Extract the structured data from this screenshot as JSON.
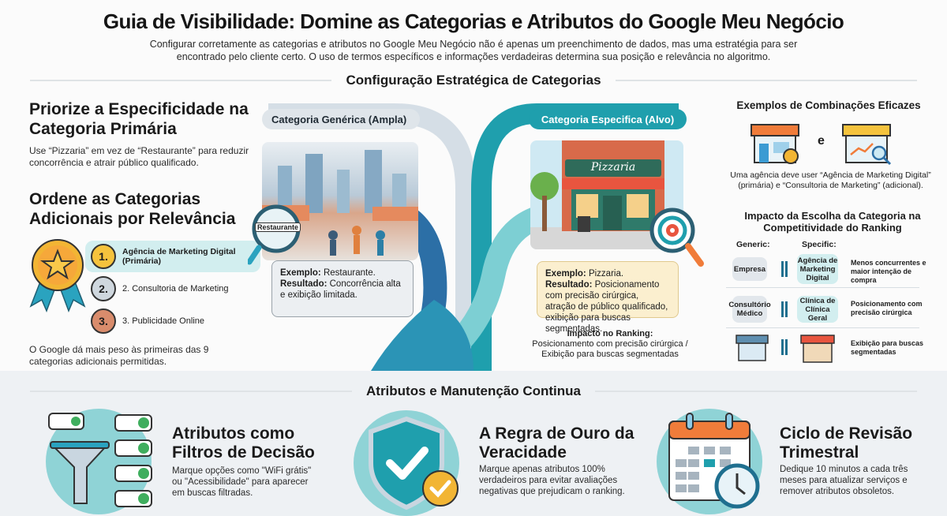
{
  "header": {
    "title": "Guia de Visibilidade: Domine as Categorias e Atributos do Google Meu Negócio",
    "subtitle": "Configurar corretamente as categorias e atributos no Google Meu Negócio não é apenas um preenchimento de dados, mas uma estratégia para ser encontrado pelo cliente certo. O uso de termos específicos e informações verdadeiras determina sua posição e relevância no algoritmo."
  },
  "section1": {
    "heading": "Configuração Estratégica de Categorias",
    "left": {
      "block1_title": "Priorize a Especificidade na Categoria Primária",
      "block1_text": "Use “Pizzaria” em vez de “Restaurante” para reduzir concorrência e atrair público qualificado.",
      "block2_title": "Ordene as Categorias Adicionais por Relevância",
      "ranks": [
        {
          "badge": "1.",
          "label": "Agência de Marketing Digital (Primária)"
        },
        {
          "badge": "2.",
          "label": "2. Consultoria de Marketing"
        },
        {
          "badge": "3.",
          "label": "3. Publicidade Online"
        }
      ],
      "note": "O Google dá mais peso às primeiras das 9 categorias adicionais permitidas."
    },
    "center": {
      "generic_label": "Categoria Genérica (Ampla)",
      "generic_sign": "Restaurante",
      "generic_example_label": "Exemplo:",
      "generic_example_value": " Restaurante.",
      "generic_result_label": "Resultado:",
      "generic_result_value": " Concorrência alta e exibição limitada.",
      "specific_label": "Categoria Especifica (Alvo)",
      "specific_sign": "Pizzaria",
      "specific_example_label": "Exemplo:",
      "specific_example_value": " Pizzaria.",
      "specific_result_label": "Resultado:",
      "specific_result_value": " Posicionamento com precisão cirúrgica, atração de público qualificado, exibição para buscas segmentadas.",
      "impact_title": "Impacto no Ranking:",
      "impact_text": "Posicionamento com precisão cirúrgica / Exibição para buscas segmentadas"
    },
    "right": {
      "examples_title": "Exemplos de Combinações Eficazes",
      "examples_connector": "e",
      "examples_text": "Uma agência deve user “Agência de Marketing Digital” (primária) e “Consultoria de Marketing” (adicional).",
      "impact_title": "Impacto da Escolha da Categoria na Competitividade do Ranking",
      "col_generic": "Generic:",
      "col_specific": "Specific:",
      "rows": [
        {
          "generic": "Empresa",
          "specific": "Agência de Marketing Digital",
          "result": "Menos concurrentes e maior intenção de compra"
        },
        {
          "generic": "Consultório Médico",
          "specific": "Clínica de Clínica Geral",
          "result": "Posicionamento com precisão cirúrgica"
        },
        {
          "generic": "",
          "specific": "",
          "result": "Exibição para buscas segmentadas"
        }
      ]
    }
  },
  "section2": {
    "heading": "Atributos e Manutenção Continua",
    "cards": [
      {
        "title": "Atributos como Filtros de Decisão",
        "text": "Marque opções como \"WiFi grátis\" ou \"Acessibilidade\" para aparecer em buscas filtradas."
      },
      {
        "title": "A Regra de Ouro da Veracidade",
        "text": "Marque apenas atributos 100% verdadeiros para evitar avaliações negativas que prejudicam o ranking."
      },
      {
        "title": "Ciclo de Revisão Trimestral",
        "text": "Dedique 10 minutos a cada três meses para atualizar serviços e remover atributos obsoletos."
      }
    ]
  },
  "colors": {
    "teal": "#1f9fad",
    "dark_blue": "#2c6fa6",
    "light_teal": "#8fd3d6",
    "grey_pill": "#dfe5ea",
    "gold": "#f2b534",
    "orange": "#f07c3a"
  }
}
